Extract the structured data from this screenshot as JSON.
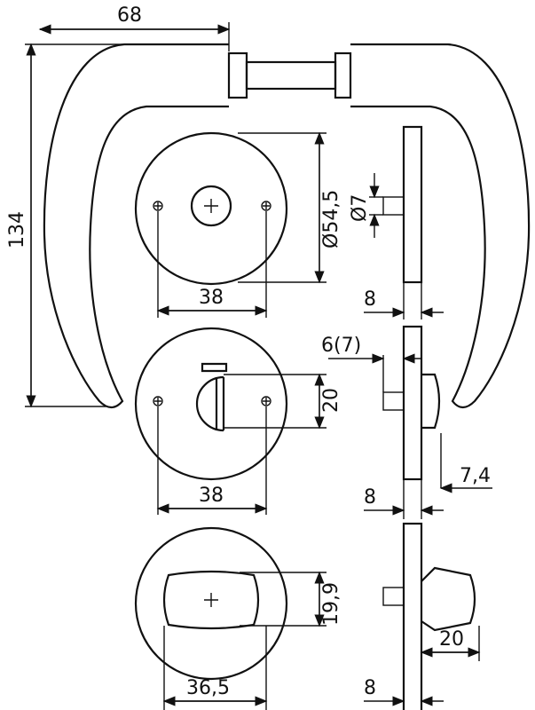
{
  "dimensions": {
    "handle_width": "68",
    "handle_height": "134",
    "rose_diameter": "Ø54,5",
    "spindle_diameter": "Ø7",
    "screw_spacing_1": "38",
    "rose_thickness_1": "8",
    "pin_offset": "6(7)",
    "slot_height": "20",
    "indicator_depth": "7,4",
    "screw_spacing_2": "38",
    "rose_thickness_2": "8",
    "turn_height": "19,9",
    "turn_width": "36,5",
    "turn_depth": "20",
    "rose_thickness_3": "8"
  }
}
